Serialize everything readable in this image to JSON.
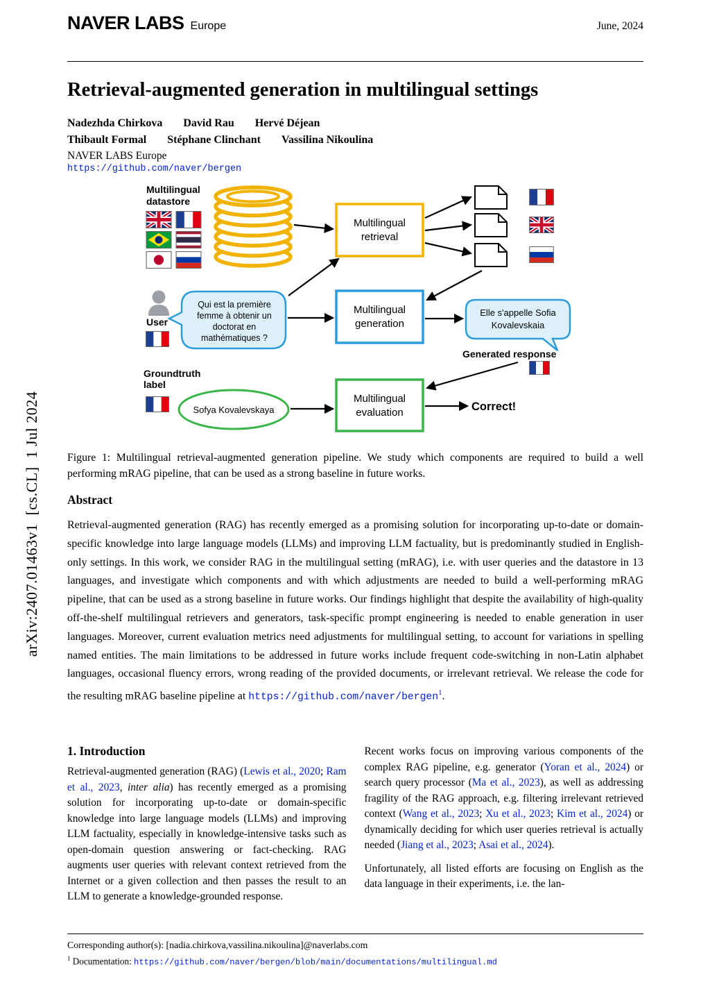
{
  "header": {
    "logo_main": "NAVER LABS",
    "logo_sub": "Europe",
    "date": "June, 2024"
  },
  "sidebar_text": "arXiv:2407.01463v1  [cs.CL]  1 Jul 2024",
  "content": {
    "title": "Retrieval-augmented generation in multilingual settings",
    "authors_line1": [
      "Nadezhda Chirkova",
      "David Rau",
      "Hervé Déjean"
    ],
    "authors_line2": [
      "Thibault Formal",
      "Stéphane Clinchant",
      "Vassilina Nikoulina"
    ],
    "affiliation": "NAVER LABS Europe",
    "repo_link": "https://github.com/naver/bergen"
  },
  "figure": {
    "datastore_label_1": "Multilingual",
    "datastore_label_2": "datastore",
    "retrieval_label_1": "Multilingual",
    "retrieval_label_2": "retrieval",
    "generation_label_1": "Multilingual",
    "generation_label_2": "generation",
    "evaluation_label_1": "Multilingual",
    "evaluation_label_2": "evaluation",
    "user_label": "User",
    "query_line_1": "Qui est la première",
    "query_line_2": "femme à obtenir un",
    "query_line_3": "doctorat en",
    "query_line_4": "mathématiques ?",
    "answer_line_1": "Elle s'appelle Sofia",
    "answer_line_2": "Kovalevskaia",
    "generated_response_label": "Generated response",
    "groundtruth_label_1": "Groundtruth",
    "groundtruth_label_2": "label",
    "groundtruth_answer": "Sofya Kovalevskaya",
    "correct_label": "Correct!",
    "datastore_flags": [
      "uk",
      "france",
      "brazil",
      "thailand",
      "japan",
      "russia"
    ],
    "doc_flags": [
      "france",
      "uk",
      "russia"
    ],
    "user_flag": "france",
    "response_flag": "france",
    "groundtruth_flag": "france",
    "colors": {
      "retrieval_yellow": "#F2B200",
      "generation_blue": "#2D9CDB",
      "evaluation_green": "#3BB54A",
      "bubble_fill": "#DEF1FB",
      "link_blue": "#0522CC"
    }
  },
  "caption": {
    "text": "Figure 1:  Multilingual retrieval-augmented generation pipeline. We study which components are required to build a well performing mRAG pipeline, that can be used as a strong baseline in future works."
  },
  "abstract": {
    "heading": "Abstract",
    "segments": [
      {
        "text": "Retrieval-augmented generation (RAG) has recently emerged as a promising solution for incorporating up-to-date or domain-specific knowledge into large language models (LLMs) and improving LLM factuality, but is predominantly studied in English-only settings. In this work, we consider RAG in the multilingual setting (mRAG), i.e. with user queries and the datastore in 13 languages, and investigate which components and with which adjustments are needed to build a well-performing mRAG pipeline, that can be used as a strong baseline in future works. Our findings highlight that despite the availability of high-quality off-the-shelf multilingual retrievers and generators, task-specific prompt engineering is needed to enable generation in user languages. Moreover, current evaluation metrics need adjustments for multilingual setting, to account for variations in spelling named entities. The main limitations to be addressed in future works include frequent code-switching in non-Latin alphabet languages, occasional fluency errors, wrong reading of the provided documents, or irrelevant retrieval. We release the code for the resulting mRAG baseline pipeline at "
      },
      {
        "style": "mono-link",
        "text": "https://github.com/naver/bergen"
      },
      {
        "style": "sup-link",
        "text": "1"
      },
      {
        "text": "."
      }
    ]
  },
  "intro": {
    "heading": "1.  Introduction",
    "left_segments": [
      {
        "text": "Retrieval-augmented generation (RAG) ("
      },
      {
        "style": "link",
        "text": "Lewis et al., 2020"
      },
      {
        "text": "; "
      },
      {
        "style": "link",
        "text": "Ram et al., 2023"
      },
      {
        "text": ", "
      },
      {
        "style": "italic",
        "text": "inter alia"
      },
      {
        "text": ") has recently emerged as a promising solution for incorporating up-to-date or domain-specific knowledge into large language models (LLMs) and improving LLM factuality, especially in knowledge-intensive tasks such as open-domain question answering or fact-checking. RAG augments user queries with relevant context retrieved from the Internet or a given collection and then passes the result to an LLM to generate a knowledge-grounded response."
      }
    ],
    "right_para1_segments": [
      {
        "text": "Recent works focus on improving various components of the complex RAG pipeline, e.g.  generator ("
      },
      {
        "style": "link",
        "text": "Yoran et al., 2024"
      },
      {
        "text": ") or search query processor ("
      },
      {
        "style": "link",
        "text": "Ma et al., 2023"
      },
      {
        "text": "), as well as addressing fragility of the RAG approach, e.g. filtering irrelevant retrieved context ("
      },
      {
        "style": "link",
        "text": "Wang et al., 2023"
      },
      {
        "text": "; "
      },
      {
        "style": "link",
        "text": "Xu et al., 2023"
      },
      {
        "text": "; "
      },
      {
        "style": "link",
        "text": "Kim et al., 2024"
      },
      {
        "text": ") or dynamically deciding for which user queries retrieval is actually needed ("
      },
      {
        "style": "link",
        "text": "Jiang et al., 2023"
      },
      {
        "text": "; "
      },
      {
        "style": "link",
        "text": "Asai et al., 2024"
      },
      {
        "text": ")."
      }
    ],
    "right_para2": "Unfortunately, all listed efforts are focusing on English as the data language in their experiments, i.e. the lan-"
  },
  "footer": {
    "corresponding": "Corresponding author(s): [nadia.chirkova,vassilina.nikoulina]@naverlabs.com",
    "footnote_segments": [
      {
        "style": "sup",
        "text": "1"
      },
      {
        "text": " Documentation: "
      },
      {
        "style": "mono-link",
        "text": "https://github.com/naver/bergen/blob/main/documentations/multilingual.md"
      }
    ]
  }
}
